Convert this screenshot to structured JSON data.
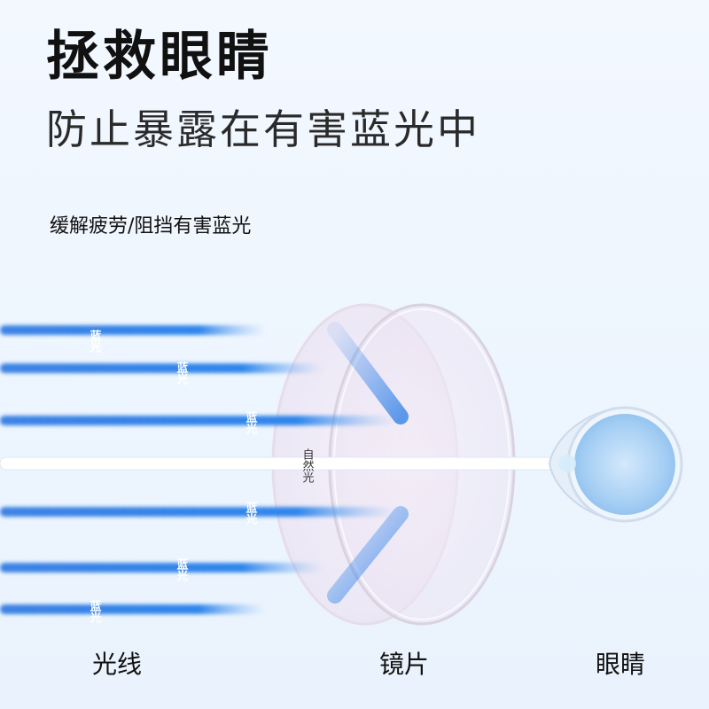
{
  "title": "拯救眼睛",
  "subtitle": "防止暴露在有害蓝光中",
  "tagline": "缓解疲劳/阻挡有害蓝光",
  "diagram": {
    "blue_light_label": "蓝光",
    "natural_light_label": "自然光",
    "bottom_labels": {
      "light": "光线",
      "lens": "镜片",
      "eye": "眼睛"
    },
    "colors": {
      "blue_beam": "#2f7fe6",
      "natural_beam": "#ffffff",
      "lens_tint": "#f3e9f6",
      "eye": "#9cc8f2"
    }
  }
}
